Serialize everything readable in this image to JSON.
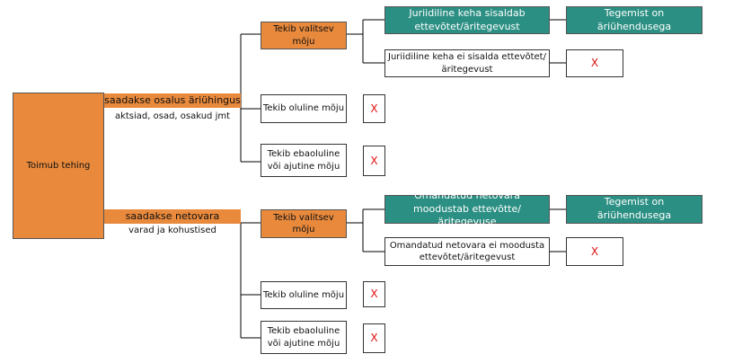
{
  "root": {
    "label": "Toimub tehing"
  },
  "branch_shares": {
    "label": "saadakse osalus äriühingus",
    "sublabel": "aktsiad, osad, osakud jmt",
    "control": "Tekib valitsev mõju",
    "control_yes": "Juriidiline keha sisaldab ettevõtet/äritegevust",
    "control_yes_result": "Tegemist on äriühendusega",
    "control_no": "Juriidiline keha ei sisalda ettevõtet/äritegevust",
    "control_no_result": "X",
    "significant": "Tekib oluline mõju",
    "significant_result": "X",
    "minor": "Tekib ebaoluline või ajutine mõju",
    "minor_result": "X"
  },
  "branch_assets": {
    "label": "saadakse netovara",
    "sublabel": "varad ja kohustised",
    "control": "Tekib valitsev mõju",
    "control_yes": "Omandatud netovara moodustab ettevõtte/äritegevuse",
    "control_yes_result": "Tegemist on äriühendusega",
    "control_no": "Omandatud netovara ei moodusta ettevõtet/äritegevust",
    "control_no_result": "X",
    "significant": "Tekib oluline mõju",
    "significant_result": "X",
    "minor": "Tekib ebaoluline või ajutine mõju",
    "minor_result": "X"
  },
  "colors": {
    "orange": "#e8893c",
    "teal": "#2b8f83",
    "cross": "#e01010"
  }
}
